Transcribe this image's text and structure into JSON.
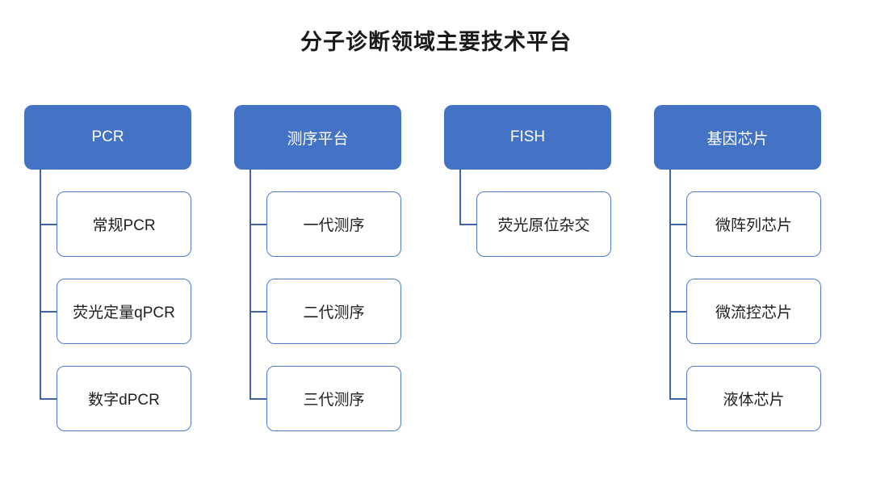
{
  "title": "分子诊断领域主要技术平台",
  "colors": {
    "node_fill": "#4472C4",
    "node_border": "#4F7CC8",
    "connector": "#3E64AE",
    "header_text": "#FFFFFF",
    "child_text": "#1F1F1F",
    "title_text": "#1A1A1A"
  },
  "columns": [
    {
      "header": "PCR",
      "children": [
        "常规PCR",
        "荧光定量qPCR",
        "数字dPCR"
      ]
    },
    {
      "header": "测序平台",
      "children": [
        "一代测序",
        "二代测序",
        "三代测序"
      ]
    },
    {
      "header": "FISH",
      "children": [
        "荧光原位杂交"
      ]
    },
    {
      "header": "基因芯片",
      "children": [
        "微阵列芯片",
        "微流控芯片",
        "液体芯片"
      ]
    }
  ]
}
